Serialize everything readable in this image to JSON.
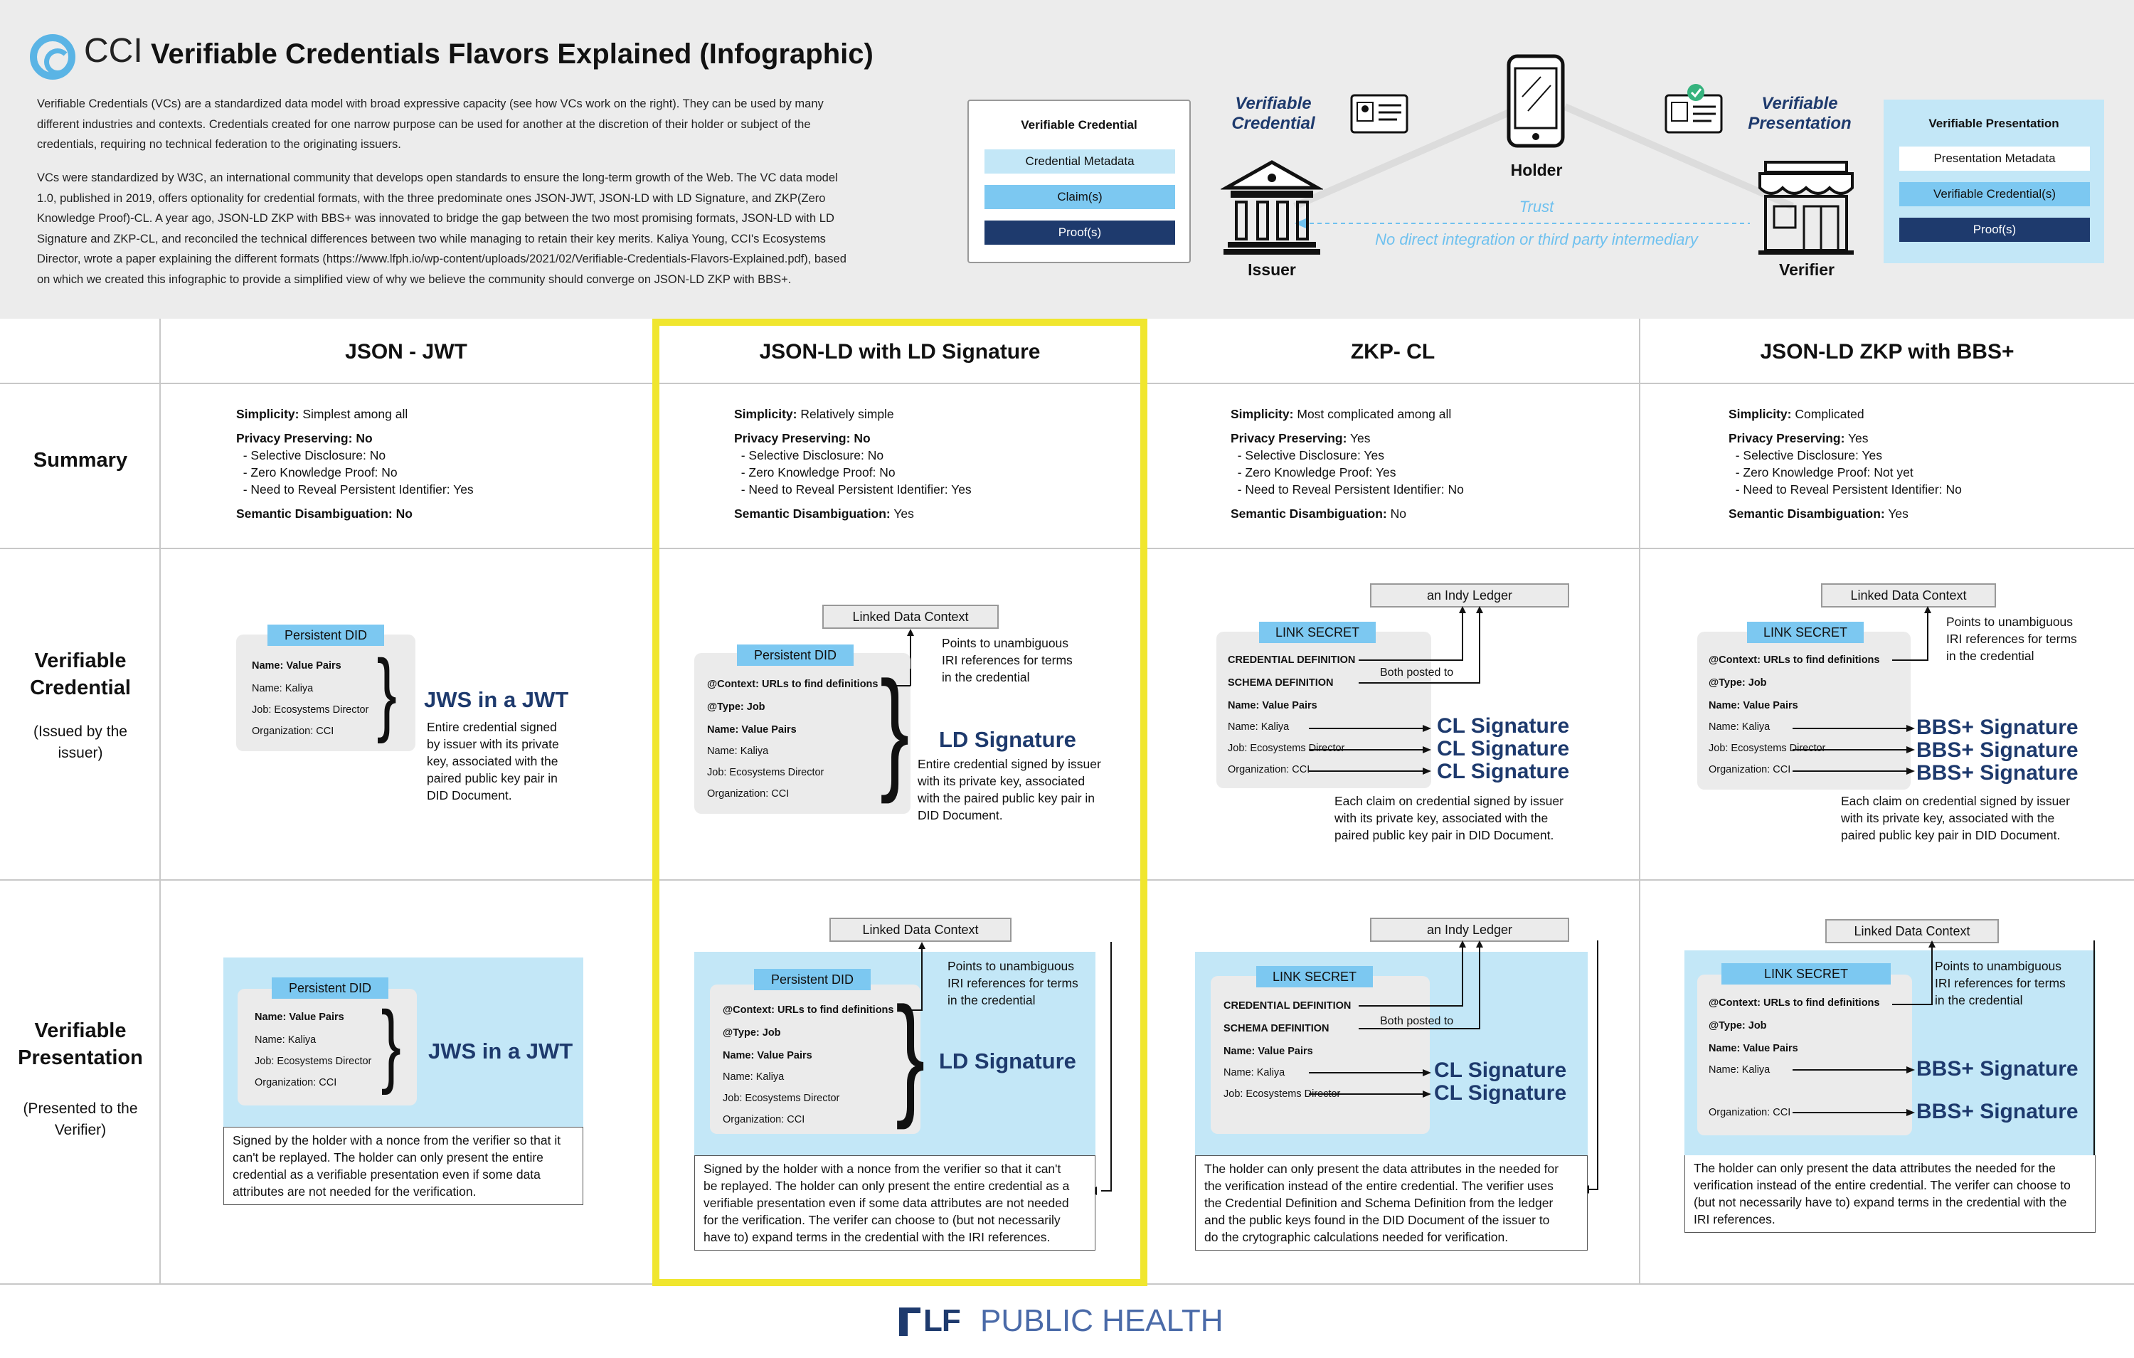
{
  "header": {
    "logo_text": "CCI",
    "title": "Verifiable Credentials Flavors Explained (Infographic)",
    "intro_1": [
      "Verifiable Credentials (VCs) are a standardized data model with broad expressive capacity (see how VCs work on the right). They can be used by many",
      "different industries and contexts. Credentials created for one narrow purpose can be used for another at the discretion of their holder or subject of the",
      "credentials, requiring no technical federation to the originating issuers."
    ],
    "intro_2": [
      "VCs were standardized by W3C, an international community that develops open standards to ensure the long-term growth of the Web. The VC data model",
      "1.0, published in 2019, offers optionality for credential formats, with the three predominate ones JSON-JWT, JSON-LD with LD Signature, and ZKP(Zero",
      "Knowledge Proof)-CL. A year ago, JSON-LD ZKP with BBS+ was innovated to bridge the gap between the two most promising formats, JSON-LD with LD",
      "Signature and ZKP-CL, and reconciled the technical differences between two while managing to retain their key merits. Kaliya Young, CCI's Ecosystems",
      "Director, wrote a paper explaining the different formats (https://www.lfph.io/wp-content/uploads/2021/02/Verifiable-Credentials-Flavors-Explained.pdf), based",
      "on which we created this infographic to provide a simplified view of why we believe the community should converge on JSON-LD ZKP with BBS+."
    ]
  },
  "flow": {
    "vc_box": {
      "title": "Verifiable Credential",
      "items": [
        "Credential Metadata",
        "Claim(s)",
        "Proof(s)"
      ]
    },
    "vp_box": {
      "title": "Verifiable Presentation",
      "items": [
        "Presentation Metadata",
        "Verifiable Credential(s)",
        "Proof(s)"
      ]
    },
    "vc_label": [
      "Verifiable",
      "Credential"
    ],
    "vp_label": [
      "Verifiable",
      "Presentation"
    ],
    "holder": "Holder",
    "issuer": "Issuer",
    "verifier": "Verifier",
    "trust": "Trust",
    "no_direct": "No direct integration or third party intermediary"
  },
  "columns": [
    "JSON - JWT",
    "JSON-LD with LD Signature",
    "ZKP- CL",
    "JSON-LD ZKP with BBS+"
  ],
  "rows": {
    "summary": "Summary",
    "vc": [
      "Verifiable",
      "Credential"
    ],
    "vc_sub": [
      "(Issued by the",
      "issuer)"
    ],
    "vp": [
      "Verifiable",
      "Presentation"
    ],
    "vp_sub": [
      "(Presented to the",
      "Verifier)"
    ]
  },
  "summary_labels": {
    "simplicity": "Simplicity:",
    "privacy": "Privacy Preserving:",
    "sd": "- Selective Disclosure:",
    "zkp": "- Zero Knowledge Proof:",
    "pid": "- Need to Reveal Persistent Identifier:",
    "semantic": "Semantic Disambiguation:"
  },
  "summaries": [
    {
      "simplicity": "Simplest among all",
      "privacy": "No",
      "sd": "No",
      "zkp": "No",
      "pid": "Yes",
      "semantic": "No"
    },
    {
      "simplicity": "Relatively simple",
      "privacy": "No",
      "sd": "No",
      "zkp": "No",
      "pid": "Yes",
      "semantic": "Yes"
    },
    {
      "simplicity": "Most complicated among all",
      "privacy": "Yes",
      "sd": "Yes",
      "zkp": "Yes",
      "pid": "No",
      "semantic": "No"
    },
    {
      "simplicity": "Complicated",
      "privacy": "Yes",
      "sd": "Yes",
      "zkp": "Not yet",
      "pid": "No",
      "semantic": "Yes"
    }
  ],
  "common": {
    "persistent_did": "Persistent DID",
    "link_secret": "LINK SECRET",
    "value_pairs": "Name: Value Pairs",
    "name": "Name: Kaliya",
    "job": "Job: Ecosystems Director",
    "org": "Organization: CCI",
    "context": "@Context: URLs to find definitions",
    "type": "@Type: Job",
    "cred_def": "CREDENTIAL DEFINITION",
    "schema_def": "SCHEMA DEFINITION",
    "both_posted": "Both posted to",
    "indy_ledger": "an Indy Ledger",
    "linked_data": "Linked Data Context",
    "points_to": [
      "Points to unambiguous",
      "IRI references for terms",
      "in the credential"
    ]
  },
  "sigs": {
    "jws": "JWS in a JWT",
    "ld": "LD Signature",
    "cl": "CL Signature",
    "bbs": "BBS+ Signature"
  },
  "vc_desc": {
    "jwt": [
      "Entire credential signed",
      "by issuer with its private",
      "key, associated with the",
      "paired public key pair in",
      "DID Document."
    ],
    "ld": [
      "Entire credential signed by issuer",
      "with its private key, associated",
      "with the paired public key pair in",
      "DID Document."
    ],
    "each": [
      "Each claim on credential signed by issuer",
      "with its private key, associated with the",
      "paired public key pair in DID Document."
    ]
  },
  "vp_desc": {
    "jwt": [
      "Signed by the holder with a nonce from the verifier so that it",
      "can't be replayed. The holder can only present the entire",
      "credential as a verifiable presentation even if some data",
      "attributes are not needed for the verification."
    ],
    "ld": [
      "Signed by the holder with a nonce from the verifier so that it can't",
      "be replayed. The holder can only present the entire credential as a",
      "verifiable presentation even if some data attributes are not needed",
      "for the verification. The verifer can choose to (but not necessarily",
      "have to) expand terms in the credential with the IRI references."
    ],
    "cl": [
      "The holder can only present the data attributes in the needed for",
      "the verification instead of the entire credential. The verifier uses",
      "the Credential Definition and Schema Definition from the ledger",
      "and the public keys found in the DID Document of the issuer to",
      "do the crytographic calculations needed for verification."
    ],
    "bbs": [
      "The holder can only present the data attributes the needed for the",
      "verification instead of the entire credential. The verifer can choose to",
      "(but not necessarily have to) expand terms in the credential with the",
      "IRI references."
    ]
  },
  "footer": {
    "lf": "LF",
    "public_health": "PUBLIC HEALTH"
  },
  "colors": {
    "accent_blue": "#7cc8f1",
    "navy": "#1e3a6d",
    "highlight": "#f0e62e",
    "light_blue": "#c3e7f7"
  }
}
